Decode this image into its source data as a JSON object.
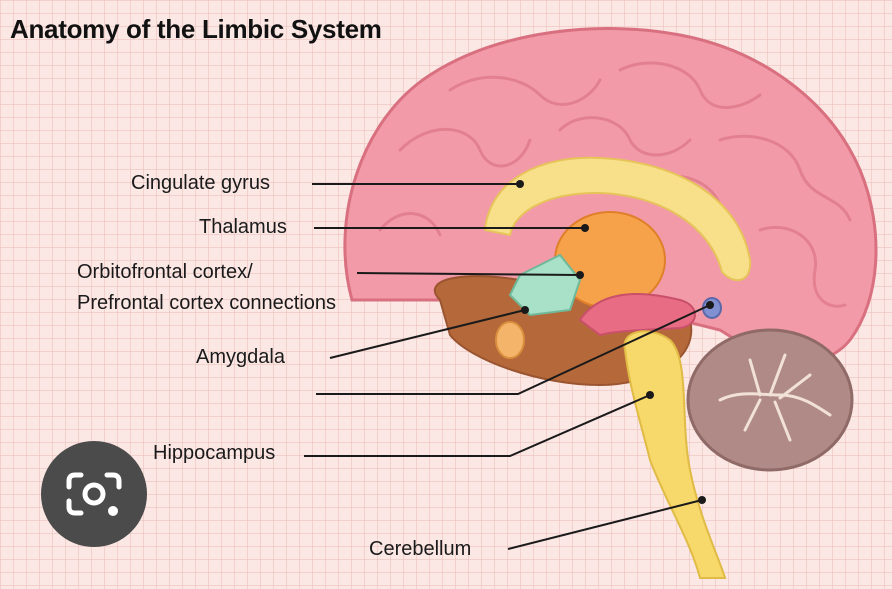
{
  "title": "Anatomy of the Limbic System",
  "labels": {
    "cingulate_gyrus": "Cingulate gyrus",
    "thalamus": "Thalamus",
    "orbitofrontal_line1": "Orbitofrontal cortex/",
    "orbitofrontal_line2": "Prefrontal cortex connections",
    "amygdala": "Amygdala",
    "hippocampus": "Hippocampus",
    "cerebellum": "Cerebellum"
  },
  "icons": {
    "lens": "camera-search-icon"
  },
  "colors": {
    "background": "#fbe7e4",
    "cerebrum": "#f29aa8",
    "cingulate": "#f8e08a",
    "thalamus": "#f6a24a",
    "brainstem": "#f7d86a",
    "cerebellum": "#b08a86",
    "leader_lines": "#1a1a1a"
  }
}
